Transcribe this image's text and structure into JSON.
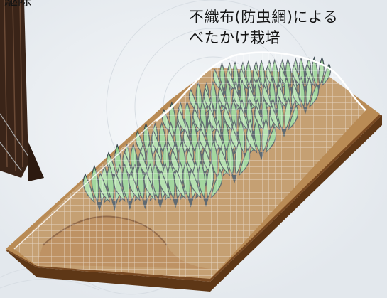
{
  "caption": {
    "line1": "不織布(防虫網)による",
    "line2": "べたかけ栽培"
  },
  "top_label_partial": "駆除",
  "colors": {
    "background": "#eef1f4",
    "soil_top": "#b98b55",
    "soil_side": "#7a4a22",
    "net": "#ffffff",
    "plant": "#8fcf8a",
    "plant_dark": "#3d4a52",
    "post": "#3a2418"
  }
}
